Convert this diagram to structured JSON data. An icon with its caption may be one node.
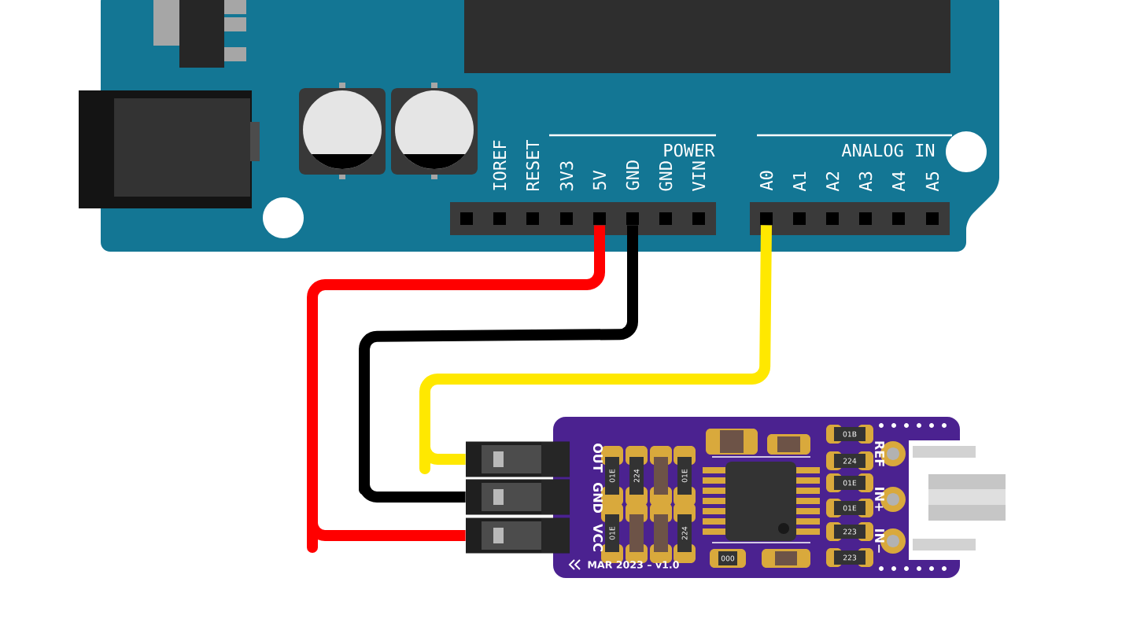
{
  "diagram": {
    "nodes": [
      {
        "text": [],
        "shape": "box",
        "beside": [
          "5V"
        ]
      },
      {
        "text": [],
        "shape": "box",
        "beside": [
          "GND"
        ]
      },
      {
        "text": [],
        "shape": "box",
        "beside": [
          "A0"
        ]
      },
      {
        "text": [],
        "shape": "box",
        "beside": [
          "OUT"
        ]
      },
      {
        "text": [],
        "shape": "box",
        "beside": [
          "GND"
        ]
      },
      {
        "text": [],
        "shape": "box",
        "beside": [
          "VCC"
        ]
      }
    ],
    "edges": [
      {
        "from": 0,
        "to": 5,
        "arrow": "none",
        "color": "#ff0000"
      },
      {
        "from": 1,
        "to": 4,
        "arrow": "none",
        "color": "#000000"
      },
      {
        "from": 2,
        "to": 3,
        "arrow": "none",
        "color": "#ffe800"
      }
    ],
    "labels": [
      "POWER",
      "ANALOG IN",
      "IOREF",
      "RESET",
      "3V3",
      "GND",
      "VIN",
      "A1",
      "A2",
      "A3",
      "A4",
      "A5",
      "01E",
      "224",
      "01E",
      "01E",
      "224",
      "01B",
      "224",
      "01E",
      "01E",
      "223",
      "000",
      "223",
      "REF",
      "IN+",
      "IN−",
      "MAR 2023 – v1.0"
    ]
  }
}
